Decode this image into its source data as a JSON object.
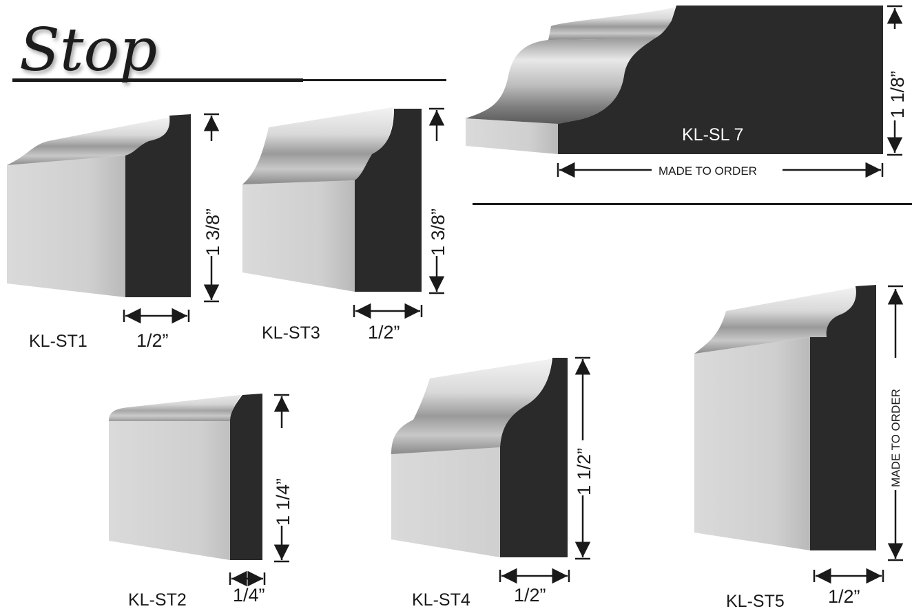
{
  "page": {
    "title": "Stop"
  },
  "moldings": [
    {
      "id": "st1",
      "name": "KL-ST1",
      "width_label": "1/2”",
      "height_label": "1 3/8”"
    },
    {
      "id": "st3",
      "name": "KL-ST3",
      "width_label": "1/2”",
      "height_label": "1 3/8”"
    },
    {
      "id": "sl7",
      "name": "KL-SL 7",
      "width_label": "MADE TO ORDER",
      "height_label": "1 1/8”"
    },
    {
      "id": "st2",
      "name": "KL-ST2",
      "width_label": "1/4”",
      "height_label": "1 1/4”"
    },
    {
      "id": "st4",
      "name": "KL-ST4",
      "width_label": "1/2”",
      "height_label": "1 1/2”"
    },
    {
      "id": "st5",
      "name": "KL-ST5",
      "width_label": "1/2”",
      "height_label": "MADE TO ORDER"
    }
  ],
  "colors": {
    "profile_face": "#2a2a2a",
    "side_light": "#d6d6d6",
    "side_mid": "#bdbdbd",
    "top_light": "#e4e4e4",
    "top_dark": "#7a7a7a",
    "rule": "#1a1a1a"
  }
}
